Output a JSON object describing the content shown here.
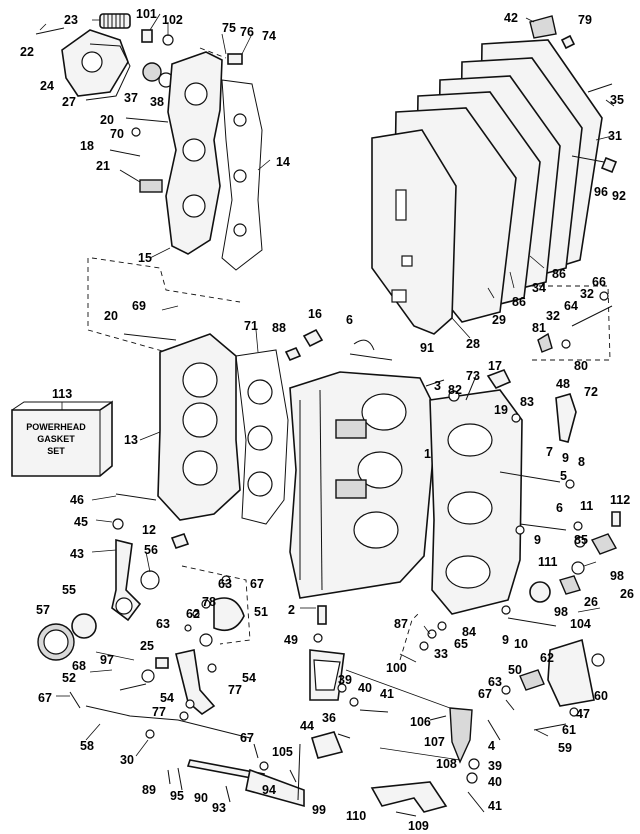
{
  "callouts": [
    {
      "id": "c23",
      "label": "23"
    },
    {
      "id": "c101",
      "label": "101"
    },
    {
      "id": "c102",
      "label": "102"
    },
    {
      "id": "c22",
      "label": "22"
    },
    {
      "id": "c24",
      "label": "24"
    },
    {
      "id": "c27",
      "label": "27"
    },
    {
      "id": "c37",
      "label": "37"
    },
    {
      "id": "c38",
      "label": "38"
    },
    {
      "id": "c75",
      "label": "75"
    },
    {
      "id": "c76",
      "label": "76"
    },
    {
      "id": "c74",
      "label": "74"
    },
    {
      "id": "c20a",
      "label": "20"
    },
    {
      "id": "c70",
      "label": "70"
    },
    {
      "id": "c18",
      "label": "18"
    },
    {
      "id": "c21",
      "label": "21"
    },
    {
      "id": "c14",
      "label": "14"
    },
    {
      "id": "c15",
      "label": "15"
    },
    {
      "id": "c42",
      "label": "42"
    },
    {
      "id": "c79",
      "label": "79"
    },
    {
      "id": "c35",
      "label": "35"
    },
    {
      "id": "c31",
      "label": "31"
    },
    {
      "id": "c96",
      "label": "96"
    },
    {
      "id": "c92",
      "label": "92"
    },
    {
      "id": "c86a",
      "label": "86"
    },
    {
      "id": "c34",
      "label": "34"
    },
    {
      "id": "c86b",
      "label": "86"
    },
    {
      "id": "c29",
      "label": "29"
    },
    {
      "id": "c28",
      "label": "28"
    },
    {
      "id": "c66",
      "label": "66"
    },
    {
      "id": "c64",
      "label": "64"
    },
    {
      "id": "c32a",
      "label": "32"
    },
    {
      "id": "c32b",
      "label": "32"
    },
    {
      "id": "c81",
      "label": "81"
    },
    {
      "id": "c80",
      "label": "80"
    },
    {
      "id": "c69",
      "label": "69"
    },
    {
      "id": "c20b",
      "label": "20"
    },
    {
      "id": "c71",
      "label": "71"
    },
    {
      "id": "c88",
      "label": "88"
    },
    {
      "id": "c16",
      "label": "16"
    },
    {
      "id": "c6",
      "label": "6"
    },
    {
      "id": "c91",
      "label": "91"
    },
    {
      "id": "c17",
      "label": "17"
    },
    {
      "id": "c3",
      "label": "3"
    },
    {
      "id": "c82",
      "label": "82"
    },
    {
      "id": "c73",
      "label": "73"
    },
    {
      "id": "c48",
      "label": "48"
    },
    {
      "id": "c72",
      "label": "72"
    },
    {
      "id": "c83",
      "label": "83"
    },
    {
      "id": "c19",
      "label": "19"
    },
    {
      "id": "c113",
      "label": "113"
    },
    {
      "id": "c13",
      "label": "13"
    },
    {
      "id": "c1",
      "label": "1"
    },
    {
      "id": "c7",
      "label": "7"
    },
    {
      "id": "c9a",
      "label": "9"
    },
    {
      "id": "c8",
      "label": "8"
    },
    {
      "id": "c5",
      "label": "5"
    },
    {
      "id": "c11",
      "label": "11"
    },
    {
      "id": "c112",
      "label": "112"
    },
    {
      "id": "c6b",
      "label": "6"
    },
    {
      "id": "c85",
      "label": "85"
    },
    {
      "id": "c9b",
      "label": "9"
    },
    {
      "id": "c46",
      "label": "46"
    },
    {
      "id": "c45",
      "label": "45"
    },
    {
      "id": "c12",
      "label": "12"
    },
    {
      "id": "c43",
      "label": "43"
    },
    {
      "id": "c56",
      "label": "56"
    },
    {
      "id": "c55",
      "label": "55"
    },
    {
      "id": "c57",
      "label": "57"
    },
    {
      "id": "c63a",
      "label": "63"
    },
    {
      "id": "c67a",
      "label": "67"
    },
    {
      "id": "c78",
      "label": "78"
    },
    {
      "id": "c62a",
      "label": "62"
    },
    {
      "id": "c63b",
      "label": "63"
    },
    {
      "id": "c51",
      "label": "51"
    },
    {
      "id": "c25",
      "label": "25"
    },
    {
      "id": "c2",
      "label": "2"
    },
    {
      "id": "c49",
      "label": "49"
    },
    {
      "id": "c111",
      "label": "111"
    },
    {
      "id": "c98a",
      "label": "98"
    },
    {
      "id": "c26a",
      "label": "26"
    },
    {
      "id": "c98b",
      "label": "98"
    },
    {
      "id": "c26b",
      "label": "26"
    },
    {
      "id": "c10",
      "label": "10"
    },
    {
      "id": "c104",
      "label": "104"
    },
    {
      "id": "c87",
      "label": "87"
    },
    {
      "id": "c84",
      "label": "84"
    },
    {
      "id": "c65",
      "label": "65"
    },
    {
      "id": "c33",
      "label": "33"
    },
    {
      "id": "c9c",
      "label": "9"
    },
    {
      "id": "c68",
      "label": "68"
    },
    {
      "id": "c97",
      "label": "97"
    },
    {
      "id": "c52",
      "label": "52"
    },
    {
      "id": "c54a",
      "label": "54"
    },
    {
      "id": "c77a",
      "label": "77"
    },
    {
      "id": "c100",
      "label": "100"
    },
    {
      "id": "c62b",
      "label": "62"
    },
    {
      "id": "c50",
      "label": "50"
    },
    {
      "id": "c63c",
      "label": "63"
    },
    {
      "id": "c67b",
      "label": "67"
    },
    {
      "id": "c39a",
      "label": "39"
    },
    {
      "id": "c40a",
      "label": "40"
    },
    {
      "id": "c41a",
      "label": "41"
    },
    {
      "id": "c60",
      "label": "60"
    },
    {
      "id": "c47",
      "label": "47"
    },
    {
      "id": "c67c",
      "label": "67"
    },
    {
      "id": "c54b",
      "label": "54"
    },
    {
      "id": "c77b",
      "label": "77"
    },
    {
      "id": "c58",
      "label": "58"
    },
    {
      "id": "c30",
      "label": "30"
    },
    {
      "id": "c44",
      "label": "44"
    },
    {
      "id": "c36",
      "label": "36"
    },
    {
      "id": "c106",
      "label": "106"
    },
    {
      "id": "c107",
      "label": "107"
    },
    {
      "id": "c4",
      "label": "4"
    },
    {
      "id": "c61",
      "label": "61"
    },
    {
      "id": "c59",
      "label": "59"
    },
    {
      "id": "c67d",
      "label": "67"
    },
    {
      "id": "c105",
      "label": "105"
    },
    {
      "id": "c108",
      "label": "108"
    },
    {
      "id": "c39b",
      "label": "39"
    },
    {
      "id": "c40b",
      "label": "40"
    },
    {
      "id": "c89",
      "label": "89"
    },
    {
      "id": "c95",
      "label": "95"
    },
    {
      "id": "c90",
      "label": "90"
    },
    {
      "id": "c93",
      "label": "93"
    },
    {
      "id": "c94",
      "label": "94"
    },
    {
      "id": "c99",
      "label": "99"
    },
    {
      "id": "c110",
      "label": "110"
    },
    {
      "id": "c109",
      "label": "109"
    },
    {
      "id": "c41b",
      "label": "41"
    }
  ],
  "kit_box": {
    "number": "113",
    "lines": [
      "POWERHEAD",
      "GASKET",
      "SET"
    ]
  }
}
